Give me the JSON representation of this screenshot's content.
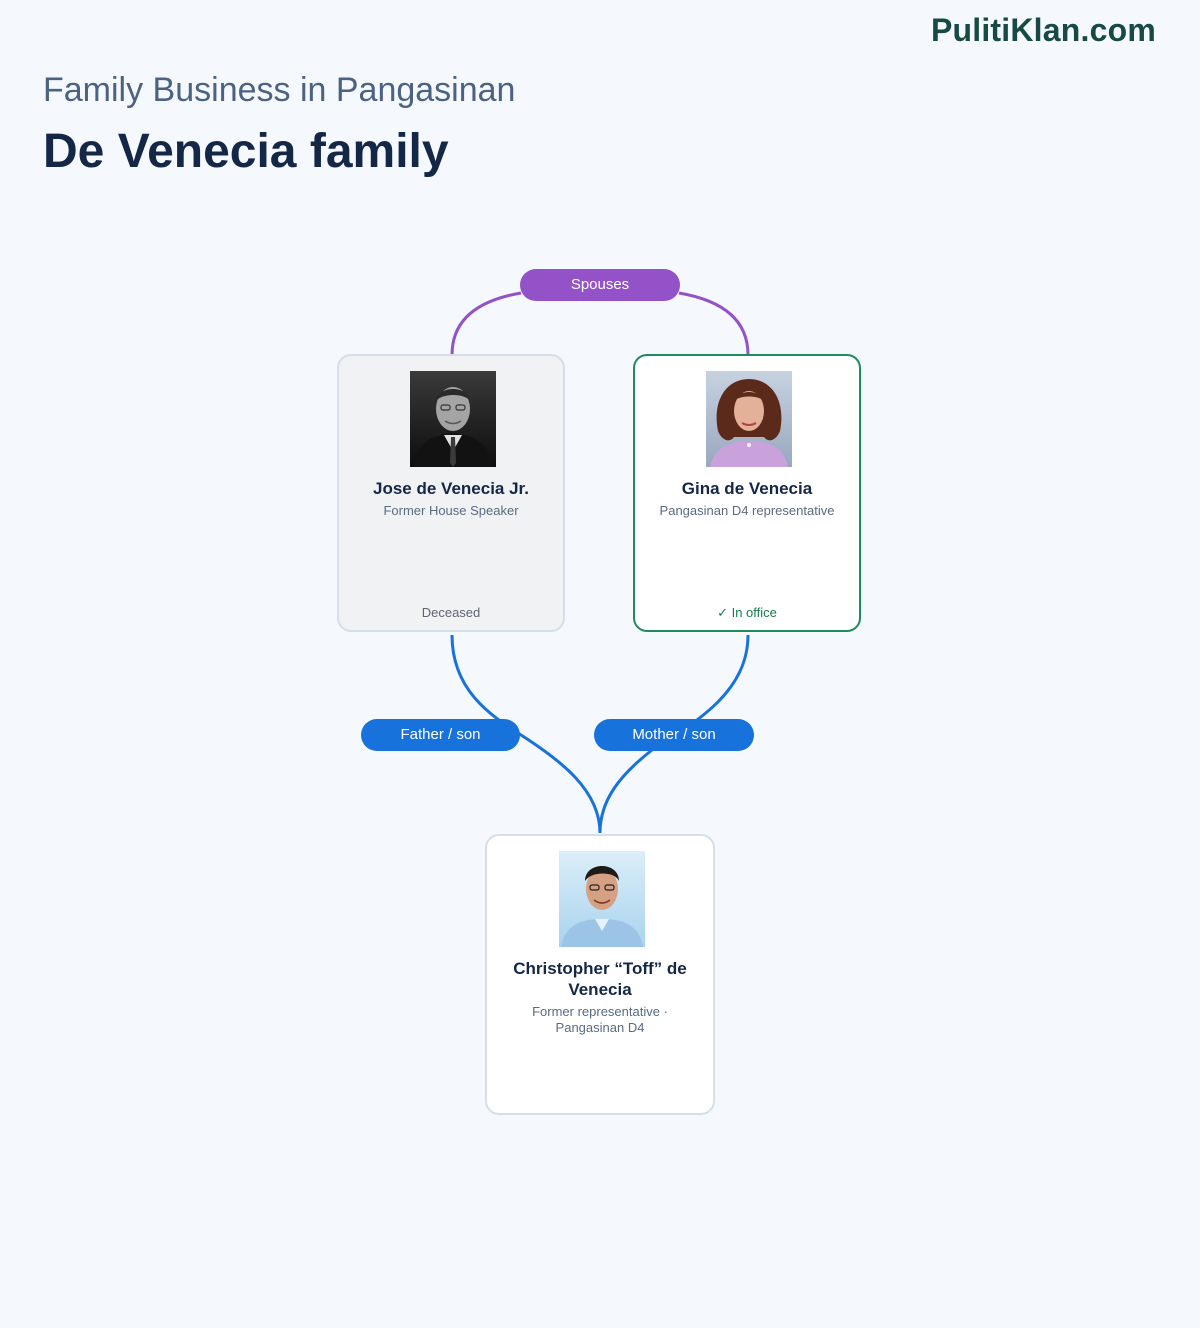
{
  "header": {
    "brand": "PulitiKlan.com",
    "kicker": "Family Business in Pangasinan",
    "title": "De Venecia family"
  },
  "relations": {
    "spouses": "Spouses",
    "father_son": "Father / son",
    "mother_son": "Mother / son"
  },
  "people": {
    "jose": {
      "name": "Jose de Venecia Jr.",
      "role": "Former House Speaker",
      "status": "Deceased"
    },
    "gina": {
      "name": "Gina de Venecia",
      "role": "Pangasinan D4 representative",
      "status": "✓ In office"
    },
    "toff": {
      "name": "Christopher “Toff” de Venecia",
      "role": "Former representative · Pangasinan D4"
    }
  },
  "colors": {
    "spouse_link": "#9352c8",
    "parent_link": "#1872dc",
    "in_office": "#1f8a5a",
    "title": "#142747",
    "brand": "#174a44"
  }
}
